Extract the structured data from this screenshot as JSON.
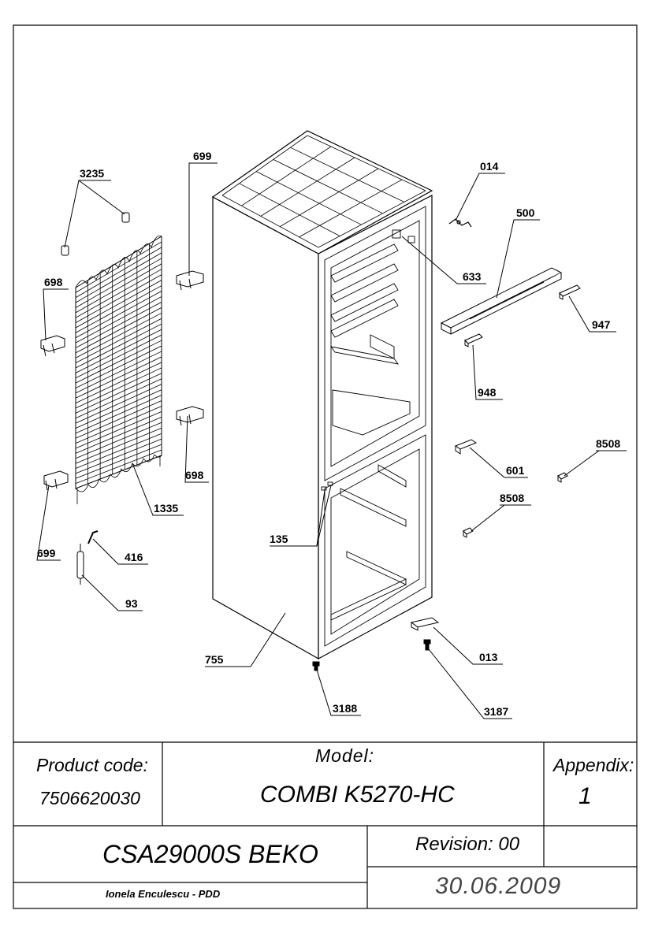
{
  "parts": [
    {
      "id": "p3235",
      "label": "3235"
    },
    {
      "id": "p699a",
      "label": "699"
    },
    {
      "id": "p698a",
      "label": "698"
    },
    {
      "id": "p698b",
      "label": "698"
    },
    {
      "id": "p1335",
      "label": "1335"
    },
    {
      "id": "p699b",
      "label": "699"
    },
    {
      "id": "p416",
      "label": "416"
    },
    {
      "id": "p93",
      "label": "93"
    },
    {
      "id": "p014",
      "label": "014"
    },
    {
      "id": "p500",
      "label": "500"
    },
    {
      "id": "p633",
      "label": "633"
    },
    {
      "id": "p947",
      "label": "947"
    },
    {
      "id": "p948",
      "label": "948"
    },
    {
      "id": "p8508a",
      "label": "8508"
    },
    {
      "id": "p601",
      "label": "601"
    },
    {
      "id": "p8508b",
      "label": "8508"
    },
    {
      "id": "p135",
      "label": "135"
    },
    {
      "id": "p755",
      "label": "755"
    },
    {
      "id": "p013",
      "label": "013"
    },
    {
      "id": "p3188",
      "label": "3188"
    },
    {
      "id": "p3187",
      "label": "3187"
    }
  ],
  "title_block": {
    "product_code_label": "Product code:",
    "product_code_value": "7506620030",
    "model_label": "Model:",
    "model_value": "COMBI K5270-HC",
    "appendix_label": "Appendix:",
    "appendix_value": "1",
    "product_name": "CSA29000S BEKO",
    "revision": "Revision: 00",
    "author": "Ionela Enculescu - PDD",
    "date": "30.06.2009"
  }
}
